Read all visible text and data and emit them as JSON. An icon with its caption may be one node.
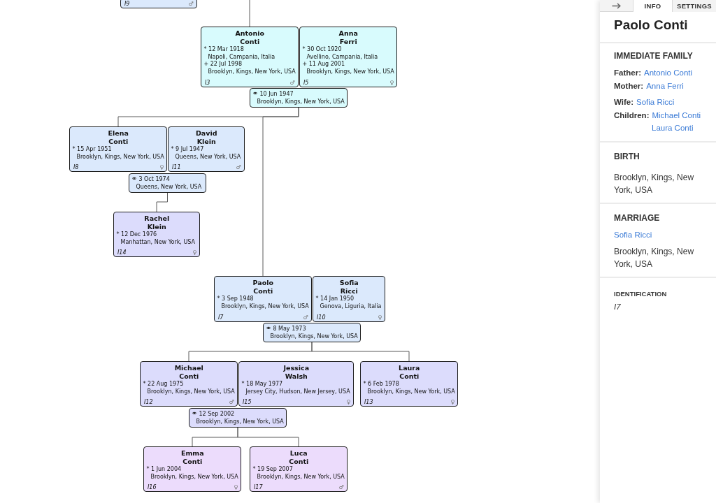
{
  "diagram": {
    "nodes": [
      {
        "text": [
          "I9",
          "♂"
        ]
      },
      {
        "text": [
          "Antonio Conti",
          "* 12 Mar 1918",
          "Napoli, Campania, Italia",
          "+ 22 Jul 1998",
          "Brooklyn, Kings, New York, USA",
          "I3",
          "♂"
        ]
      },
      {
        "text": [
          "Anna Ferri",
          "* 30 Oct 1920",
          "Avellino, Campania, Italia",
          "+ 11 Aug 2001",
          "Brooklyn, Kings, New York, USA",
          "I5",
          "♀"
        ]
      },
      {
        "text": [
          "⚭ 10 Jun 1947",
          "Brooklyn, Kings, New York, USA"
        ]
      },
      {
        "text": [
          "Elena Conti",
          "* 15 Apr 1951",
          "Brooklyn, Kings, New York, USA",
          "I8",
          "♀"
        ]
      },
      {
        "text": [
          "David Klein",
          "* 9 Jul 1947",
          "Queens, New York, USA",
          "I11",
          "♂"
        ]
      },
      {
        "text": [
          "⚭ 3 Oct 1974",
          "Queens, New York, USA"
        ]
      },
      {
        "text": [
          "Rachel Klein",
          "* 12 Dec 1976",
          "Manhattan, New York, USA",
          "I14",
          "♀"
        ]
      },
      {
        "text": [
          "Paolo Conti",
          "* 3 Sep 1948",
          "Brooklyn, Kings, New York, USA",
          "I7",
          "♂"
        ]
      },
      {
        "text": [
          "Sofia Ricci",
          "* 14 Jan 1950",
          "Genova, Liguria, Italia",
          "I10",
          "♀"
        ]
      },
      {
        "text": [
          "⚭ 8 May 1973",
          "Brooklyn, Kings, New York, USA"
        ]
      },
      {
        "text": [
          "Michael Conti",
          "* 22 Aug 1975",
          "Brooklyn, Kings, New York, USA",
          "I12",
          "♂"
        ]
      },
      {
        "text": [
          "Jessica Walsh",
          "* 18 May 1977",
          "Jersey City, Hudson, New Jersey, USA",
          "I15",
          "♀"
        ]
      },
      {
        "text": [
          "Laura Conti",
          "* 6 Feb 1978",
          "Brooklyn, Kings, New York, USA",
          "I13",
          "♀"
        ]
      },
      {
        "text": [
          "⚭ 12 Sep 2002",
          "Brooklyn, Kings, New York, USA"
        ]
      },
      {
        "text": [
          "Emma Conti",
          "* 1 Jun 2004",
          "Brooklyn, Kings, New York, USA",
          "I16",
          "♀"
        ]
      },
      {
        "text": [
          "Luca Conti",
          "* 19 Sep 2007",
          "Brooklyn, Kings, New York, USA",
          "I17",
          "♂"
        ]
      }
    ],
    "edges": [
      {
        "from": null,
        "to": 1,
        "arrow": "none"
      },
      {
        "from": 3,
        "to": 4,
        "arrow": "none"
      },
      {
        "from": 3,
        "to": 8,
        "arrow": "none"
      },
      {
        "from": 6,
        "to": 7,
        "arrow": "none"
      },
      {
        "from": 10,
        "to": 11,
        "arrow": "none"
      },
      {
        "from": 10,
        "to": 13,
        "arrow": "none"
      },
      {
        "from": 14,
        "to": 15,
        "arrow": "none"
      },
      {
        "from": 14,
        "to": 16,
        "arrow": "none"
      }
    ],
    "labels": [
      "INFO",
      "SETTINGS",
      "Paolo Conti",
      "IMMEDIATE FAMILY",
      "Father:",
      "Antonio Conti",
      "Mother:",
      "Anna Ferri",
      "Wife:",
      "Sofia Ricci",
      "Children:",
      "Michael Conti",
      "Laura Conti",
      "BIRTH",
      "Brooklyn, Kings, New York, USA",
      "MARRIAGE",
      "Sofia Ricci",
      "Brooklyn, Kings, New York, USA",
      "IDENTIFICATION",
      "I7"
    ]
  }
}
